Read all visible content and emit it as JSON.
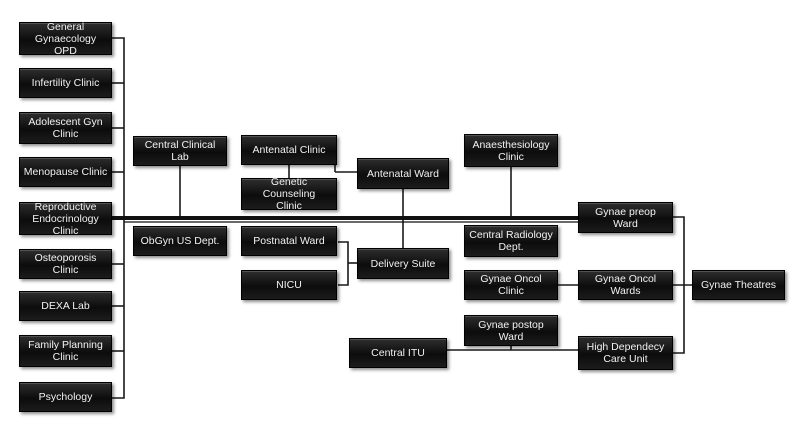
{
  "nodes": {
    "general_gyn_opd": "General\nGynaecology OPD",
    "infertility": "Infertility Clinic",
    "adolescent": "Adolescent Gyn\nClinic",
    "menopause": "Menopause Clinic",
    "reproductive": "Reproductive\nEndocrinology Clinic",
    "osteoporosis": "Osteoporosis Clinic",
    "dexa": "DEXA Lab",
    "family_planning": "Family Planning\nClinic",
    "psychology": "Psychology",
    "central_clinical_lab": "Central Clinical Lab",
    "obgyn_us": "ObGyn US Dept.",
    "antenatal_clinic": "Antenatal Clinic",
    "genetic_counseling": "Genetic Counseling\nClinic",
    "antenatal_ward": "Antenatal Ward",
    "postnatal_ward": "Postnatal Ward",
    "nicu": "NICU",
    "delivery_suite": "Delivery Suite",
    "anaesthesiology": "Anaesthesiology\nClinic",
    "central_radiology": "Central Radiology\nDept.",
    "gynae_oncol_clinic": "Gynae Oncol Clinic",
    "gynae_postop_ward": "Gynae postop Ward",
    "central_itu": "Central ITU",
    "gynae_preop_ward": "Gynae preop Ward",
    "gynae_oncol_wards": "Gynae Oncol Wards",
    "hdu": "High Dependecy\nCare Unit",
    "gynae_theatres": "Gynae Theatres"
  }
}
